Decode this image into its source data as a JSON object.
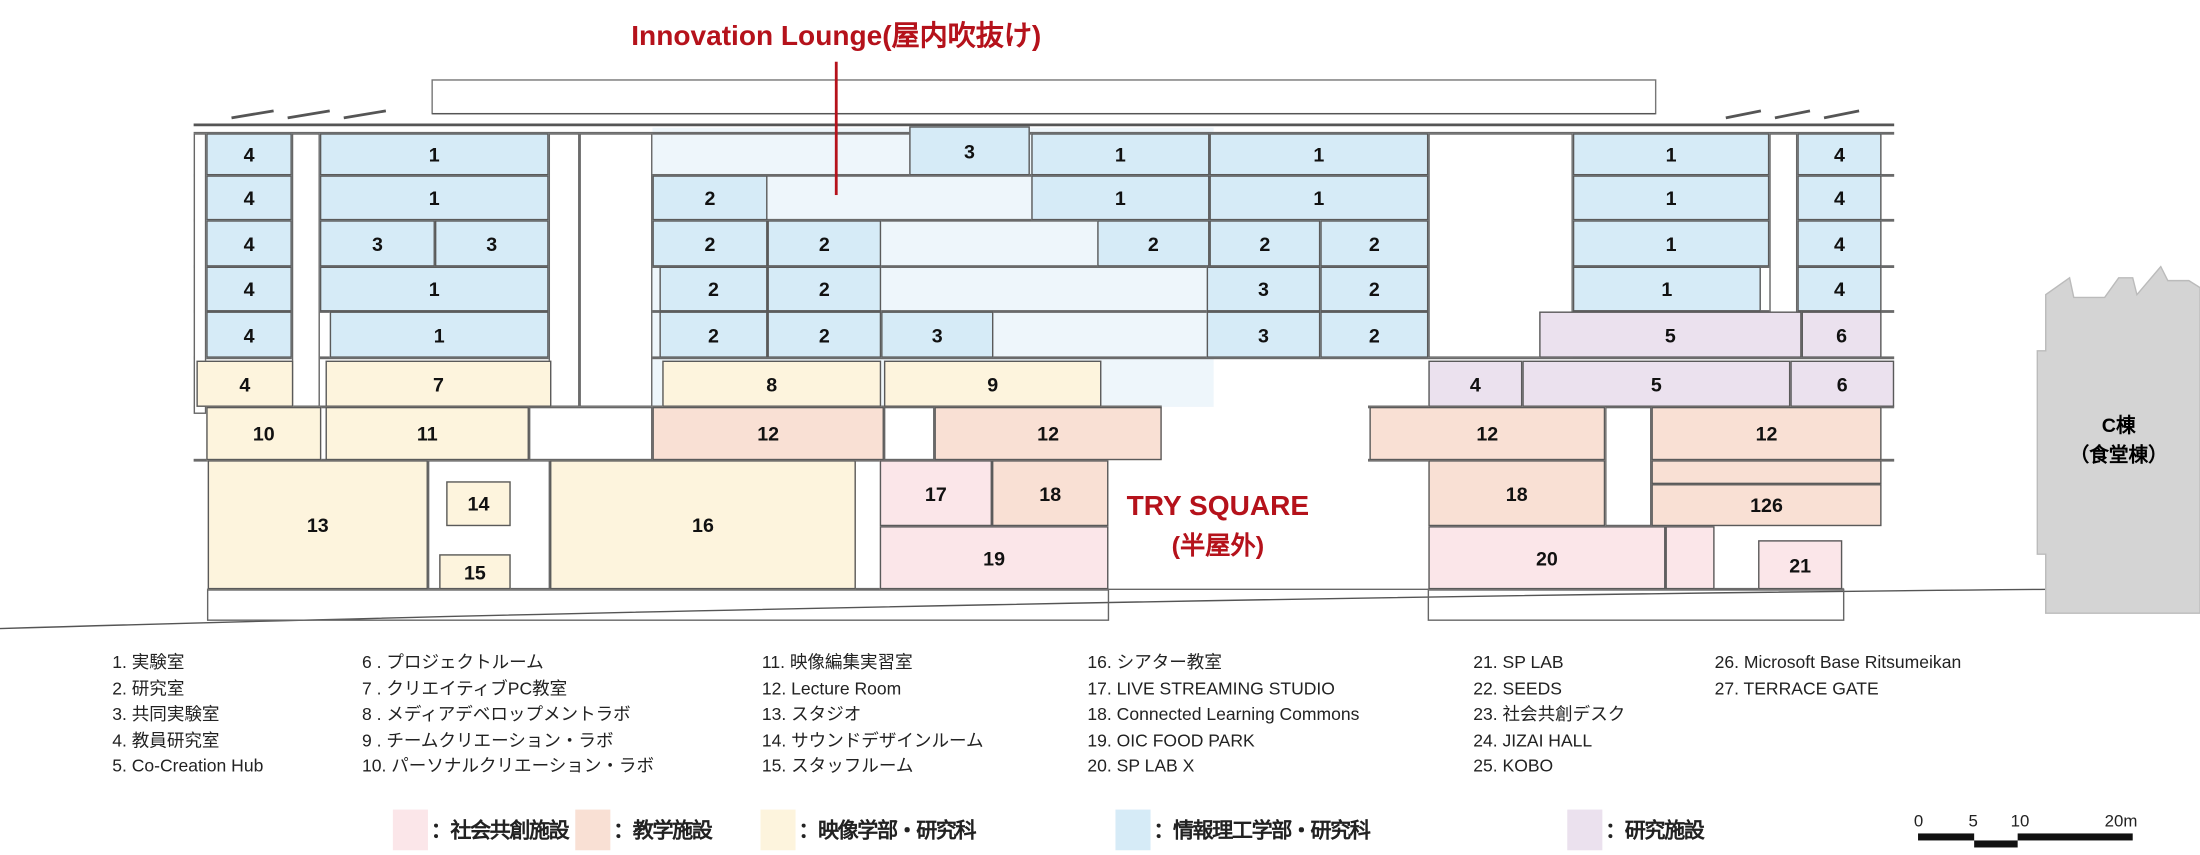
{
  "title": "Innovation Lounge(屋内吹抜け)",
  "try_square": {
    "name": "TRY SQUARE",
    "sub": "(半屋外)"
  },
  "c_building": {
    "name": "C棟",
    "sub": "（食堂棟）"
  },
  "rooms": [
    "4",
    "1",
    "3",
    "1",
    "1",
    "1",
    "4",
    "4",
    "1",
    "2",
    "1",
    "1",
    "1",
    "4",
    "4",
    "3",
    "3",
    "2",
    "2",
    "2",
    "2",
    "2",
    "1",
    "4",
    "4",
    "1",
    "2",
    "2",
    "3",
    "2",
    "1",
    "4",
    "4",
    "1",
    "2",
    "2",
    "3",
    "3",
    "2",
    "5",
    "6",
    "4",
    "7",
    "8",
    "9",
    "4",
    "5",
    "6",
    "10",
    "11",
    "12",
    "12",
    "12",
    "12",
    "13",
    "14",
    "15",
    "16",
    "17",
    "18",
    "19",
    "18",
    "",
    "126",
    "20",
    "",
    "21"
  ],
  "legend_columns": [
    [
      "1. 実験室",
      "2. 研究室",
      "3. 共同実験室",
      "4. 教員研究室",
      "5. Co-Creation Hub"
    ],
    [
      "6 . プロジェクトルーム",
      "7 . クリエイティブPC教室",
      "8 . メディアデベロップメントラボ",
      "9 . チームクリエーション・ラボ",
      "10. パーソナルクリエーション・ラボ"
    ],
    [
      "11. 映像編集実習室",
      "12. Lecture Room",
      "13. スタジオ",
      "14. サウンドデザインルーム",
      "15. スタッフルーム"
    ],
    [
      "16. シアター教室",
      "17. LIVE STREAMING STUDIO",
      "18. Connected Learning Commons",
      "19. OIC FOOD PARK",
      "20. SP LAB X"
    ],
    [
      "21. SP LAB",
      "22. SEEDS",
      "23. 社会共創デスク",
      "24. JIZAI HALL",
      "25. KOBO"
    ],
    [
      "26. Microsoft Base Ritsumeikan",
      "27. TERRACE GATE"
    ]
  ],
  "categories": [
    {
      "label": "：社会共創施設",
      "color": "#fbe6e9"
    },
    {
      "label": "：教学施設",
      "color": "#f9e0d4"
    },
    {
      "label": "：映像学部・研究科",
      "color": "#fdf4dd"
    },
    {
      "label": "：情報理工学部・研究科",
      "color": "#d6ebf7"
    },
    {
      "label": "：研究施設",
      "color": "#ebe1ee"
    }
  ],
  "scale_bar": {
    "ticks": [
      "0",
      "5",
      "10",
      "20m"
    ]
  }
}
